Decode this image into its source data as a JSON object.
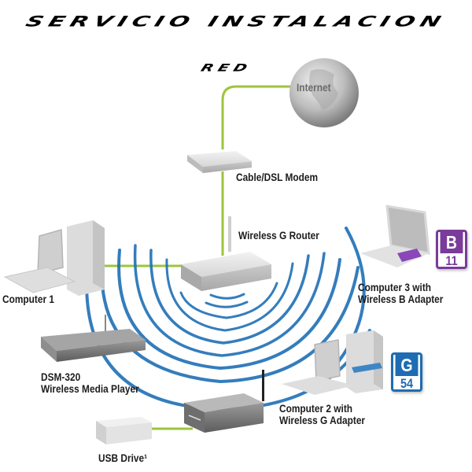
{
  "title": "SERVICIO INSTALACION",
  "subtitle": "RED",
  "colors": {
    "cable": "#9dc43c",
    "wave": "#1f6fb5",
    "badge_b": "#7a3b9a",
    "badge_g": "#1e6cb3",
    "device": "#d9d9d9"
  },
  "nodes": {
    "internet": {
      "label": "Internet",
      "icon": "globe-icon"
    },
    "modem": {
      "label": "Cable/DSL Modem",
      "icon": "modem-icon"
    },
    "router": {
      "label": "Wireless G Router",
      "icon": "router-icon"
    },
    "computer1": {
      "label": "Computer 1",
      "icon": "desktop-computer-icon"
    },
    "computer3": {
      "label_line1": "Computer 3 with",
      "label_line2": "Wireless B Adapter",
      "icon": "laptop-icon",
      "badge": {
        "letter": "B",
        "number": "11"
      }
    },
    "computer2": {
      "label_line1": "Computer 2 with",
      "label_line2": "Wireless G Adapter",
      "icon": "desktop-computer-icon",
      "badge": {
        "letter": "G",
        "number": "54"
      }
    },
    "media_player": {
      "label_line1": "DSM-320",
      "label_line2": "Wireless Media Player",
      "icon": "media-player-icon"
    },
    "storage": {
      "label": "USB Drive¹",
      "icon": "storage-server-icon"
    },
    "usb_drive": {
      "label": "",
      "icon": "usb-drive-icon"
    }
  }
}
